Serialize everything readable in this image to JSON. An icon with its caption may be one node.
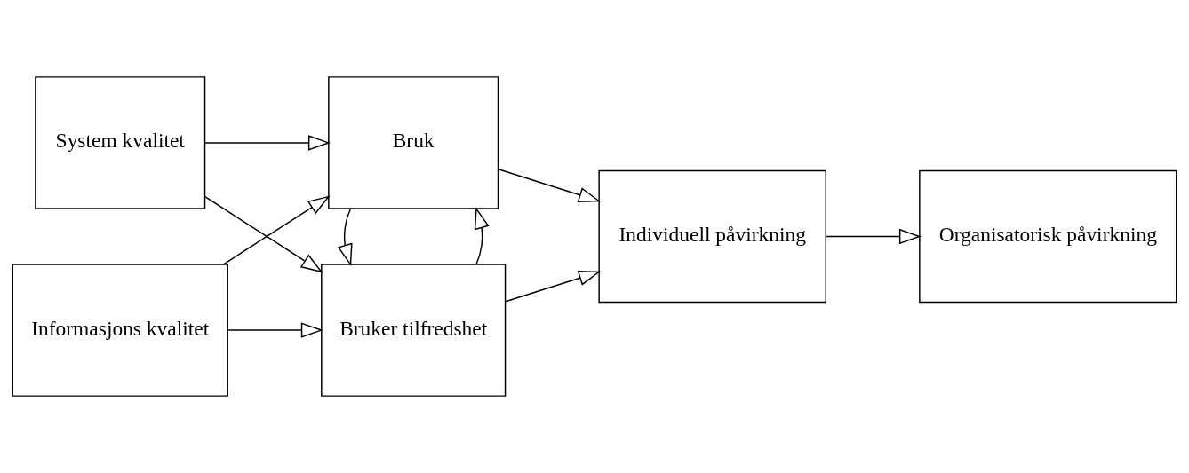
{
  "diagram": {
    "nodes": [
      {
        "text": [
          "System kvalitet"
        ]
      },
      {
        "text": [
          "Informasjons kvalitet"
        ]
      },
      {
        "text": [
          "Bruk"
        ]
      },
      {
        "text": [
          "Bruker tilfredshet"
        ]
      },
      {
        "text": [
          "Individuell påvirkning"
        ]
      },
      {
        "text": [
          "Organisatorisk påvirkning"
        ]
      }
    ],
    "edges": [
      {
        "from": 0,
        "to": 2,
        "arrow": "to"
      },
      {
        "from": 0,
        "to": 3,
        "arrow": "to"
      },
      {
        "from": 1,
        "to": 2,
        "arrow": "to"
      },
      {
        "from": 1,
        "to": 3,
        "arrow": "to"
      },
      {
        "from": 3,
        "to": 2,
        "arrow": "to"
      },
      {
        "from": 2,
        "to": 3,
        "arrow": "to"
      },
      {
        "from": 2,
        "to": 4,
        "arrow": "to"
      },
      {
        "from": 3,
        "to": 4,
        "arrow": "to"
      },
      {
        "from": 4,
        "to": 5,
        "arrow": "to"
      }
    ]
  }
}
